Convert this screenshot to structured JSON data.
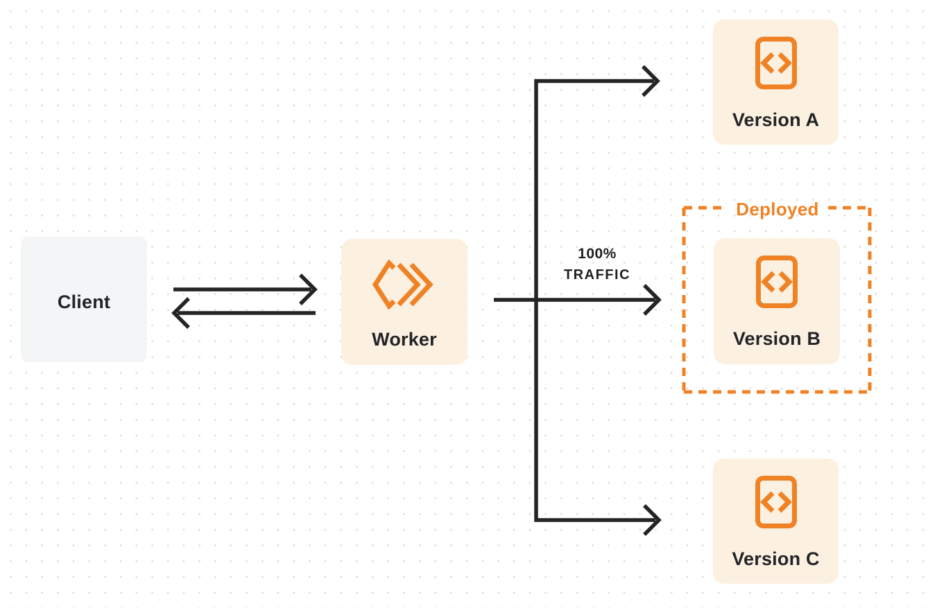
{
  "diagram": {
    "nodes": {
      "client": {
        "label": "Client"
      },
      "worker": {
        "label": "Worker"
      },
      "version_a": {
        "label": "Version A"
      },
      "version_b": {
        "label": "Version B"
      },
      "version_c": {
        "label": "Version C"
      }
    },
    "annotations": {
      "deployed": {
        "label": "Deployed"
      },
      "traffic": {
        "line1": "100%",
        "line2": "TRAFFIC"
      }
    },
    "colors": {
      "accent_orange": "#ef8224",
      "node_cream": "#fcf0e1",
      "node_gray": "#f4f5f6",
      "line_ink": "#242424",
      "dot_grid": "#dcdcdc"
    }
  }
}
